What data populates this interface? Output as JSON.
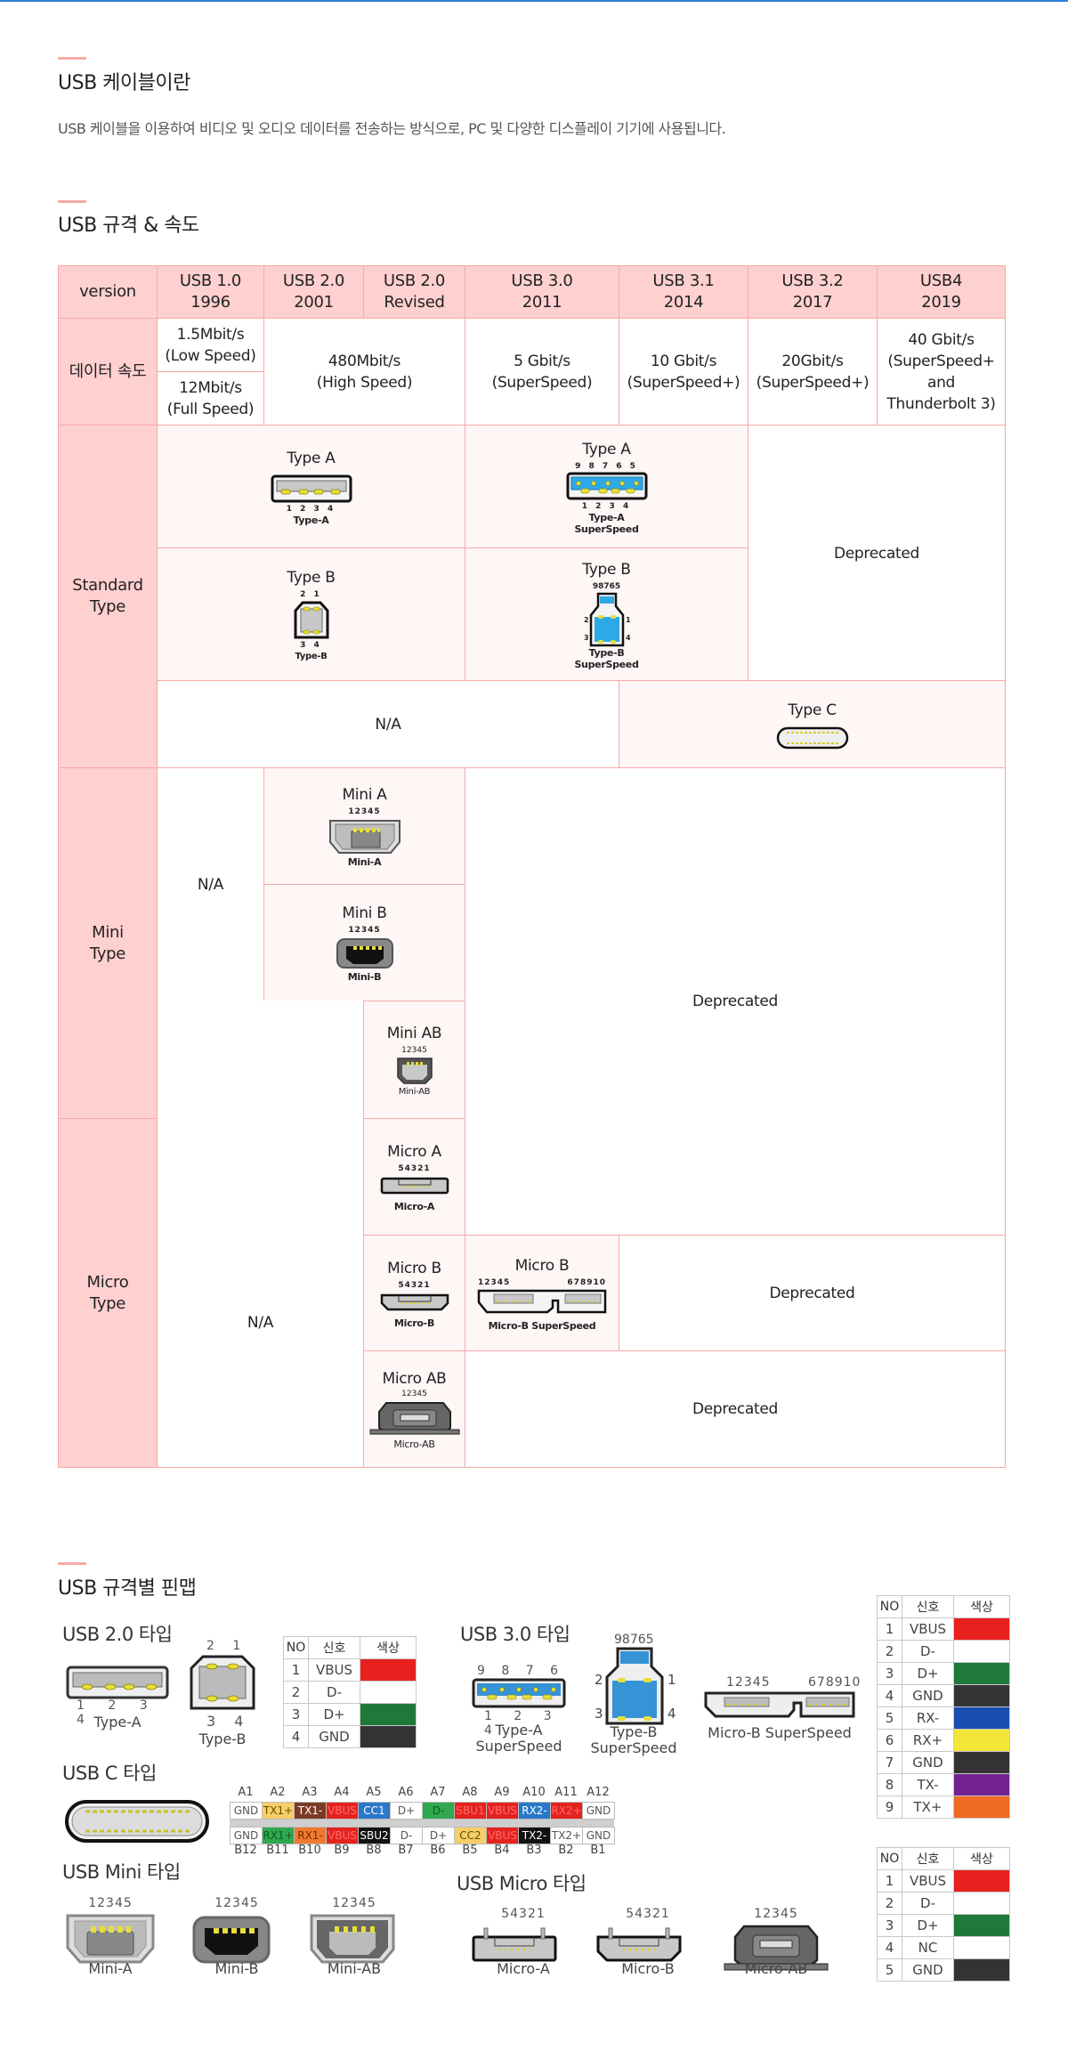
{
  "sections": {
    "about": {
      "title": "USB 케이블이란",
      "description": "USB 케이블을 이용하여 비디오 및 오디오 데이터를 전송하는 방식으로, PC 및 다양한 디스플레이 기기에 사용됩니다."
    },
    "specs": {
      "title": "USB 규격 & 속도"
    },
    "pinmap": {
      "title": "USB 규격별 핀맵"
    }
  },
  "colors": {
    "accent": "#f7a9a9",
    "header_bg": "#ffd0d0",
    "cell_pink": "#fff6f6",
    "top_line": "#2a7fd4"
  },
  "spec_table": {
    "header": {
      "label": "version",
      "versions": [
        {
          "name": "USB 1.0",
          "year": "1996"
        },
        {
          "name": "USB 2.0",
          "year": "2001"
        },
        {
          "name": "USB 2.0",
          "year": "Revised"
        },
        {
          "name": "USB 3.0",
          "year": "2011"
        },
        {
          "name": "USB 3.1",
          "year": "2014"
        },
        {
          "name": "USB 3.2",
          "year": "2017"
        },
        {
          "name": "USB4",
          "year": "2019"
        }
      ]
    },
    "speed": {
      "label": "데이터 속도",
      "usb10_low": [
        "1.5Mbit/s",
        "(Low Speed)"
      ],
      "usb10_full": [
        "12Mbit/s",
        "(Full Speed)"
      ],
      "usb20": [
        "480Mbit/s",
        "(High Speed)"
      ],
      "usb30": [
        "5 Gbit/s",
        "(SuperSpeed)"
      ],
      "usb31": [
        "10 Gbit/s",
        "(SuperSpeed+)"
      ],
      "usb32": [
        "20Gbit/s",
        "(SuperSpeed+)"
      ],
      "usb4": [
        "40 Gbit/s",
        "(SuperSpeed+",
        "and",
        "Thunderbolt 3)"
      ]
    },
    "standard": {
      "label": [
        "Standard",
        "Type"
      ],
      "type_a": {
        "title": "Type A",
        "caption": "Type-A",
        "pins": "1 2 3 4"
      },
      "type_a_ss": {
        "title": "Type A",
        "caption": [
          "Type-A",
          "SuperSpeed"
        ],
        "pins_top": "9 8 7 6 5",
        "pins_bottom": "1 2 3 4"
      },
      "type_b": {
        "title": "Type B",
        "caption": "Type-B",
        "pins_top": "2 1",
        "pins_bottom": "3 4"
      },
      "type_b_ss": {
        "title": "Type B",
        "caption": [
          "Type-B",
          "SuperSpeed"
        ],
        "pins_top": "98765"
      },
      "deprecated": "Deprecated",
      "na": "N/A",
      "type_c": {
        "title": "Type C"
      }
    },
    "mini": {
      "label": [
        "Mini",
        "Type"
      ],
      "na": "N/A",
      "mini_a": {
        "title": "Mini A",
        "caption": "Mini-A",
        "pins": "12345"
      },
      "mini_b": {
        "title": "Mini B",
        "caption": "Mini-B",
        "pins": "12345"
      },
      "mini_ab": {
        "title": "Mini AB",
        "caption": "Mini-AB",
        "pins": "12345"
      },
      "deprecated": "Deprecated"
    },
    "micro": {
      "label": [
        "Micro",
        "Type"
      ],
      "na": "N/A",
      "micro_a": {
        "title": "Micro A",
        "caption": "Micro-A",
        "pins": "54321"
      },
      "micro_b": {
        "title": "Micro B",
        "caption": "Micro-B",
        "pins": "54321"
      },
      "micro_b_ss": {
        "title": "Micro B",
        "caption": "Micro-B SuperSpeed",
        "pins_left": "12345",
        "pins_right": "678910"
      },
      "micro_b_deprecated": "Deprecated",
      "micro_ab": {
        "title": "Micro AB",
        "caption": "Micro-AB",
        "pins": "12345"
      },
      "micro_ab_deprecated": "Deprecated"
    }
  },
  "pinmap": {
    "usb20": {
      "title": "USB 2.0 타입",
      "type_a": {
        "caption": "Type-A",
        "pins": "1 2 3 4"
      },
      "type_b": {
        "caption": "Type-B",
        "pins_top": "2 1",
        "pins_bottom": "3 4"
      },
      "table": {
        "headers": [
          "NO",
          "신호",
          "색상"
        ],
        "rows": [
          {
            "no": "1",
            "signal": "VBUS",
            "color": "#e8211f"
          },
          {
            "no": "2",
            "signal": "D-",
            "color": "#ffffff"
          },
          {
            "no": "3",
            "signal": "D+",
            "color": "#1f7a3a"
          },
          {
            "no": "4",
            "signal": "GND",
            "color": "#333333"
          }
        ]
      }
    },
    "usb30": {
      "title": "USB 3.0 타입",
      "type_a_ss": {
        "caption": [
          "Type-A",
          "SuperSpeed"
        ],
        "pins_top": "9 8 7 6 5",
        "pins_bottom": "1 2 3 4"
      },
      "type_b_ss": {
        "caption": [
          "Type-B",
          "SuperSpeed"
        ],
        "pins_top": "98765",
        "left": [
          "2",
          "3"
        ],
        "right": [
          "1",
          "4"
        ]
      },
      "micro_b_ss": {
        "caption": "Micro-B SuperSpeed",
        "pins_left": "12345",
        "pins_right": "678910"
      },
      "table": {
        "headers": [
          "NO",
          "신호",
          "색상"
        ],
        "rows": [
          {
            "no": "1",
            "signal": "VBUS",
            "color": "#e8211f"
          },
          {
            "no": "2",
            "signal": "D-",
            "color": "#ffffff"
          },
          {
            "no": "3",
            "signal": "D+",
            "color": "#1f7a3a"
          },
          {
            "no": "4",
            "signal": "GND",
            "color": "#333333"
          },
          {
            "no": "5",
            "signal": "RX-",
            "color": "#1a4fb0"
          },
          {
            "no": "6",
            "signal": "RX+",
            "color": "#f3e637"
          },
          {
            "no": "7",
            "signal": "GND",
            "color": "#333333"
          },
          {
            "no": "8",
            "signal": "TX-",
            "color": "#73238f"
          },
          {
            "no": "9",
            "signal": "TX+",
            "color": "#ef6a22"
          }
        ]
      }
    },
    "usbc": {
      "title": "USB C 타입",
      "a_labels": [
        "A1",
        "A2",
        "A3",
        "A4",
        "A5",
        "A6",
        "A7",
        "A8",
        "A9",
        "A10",
        "A11",
        "A12"
      ],
      "a_row": [
        {
          "s": "GND",
          "bg": "#ffffff",
          "fg": "#555555"
        },
        {
          "s": "TX1+",
          "bg": "#f7cf6a",
          "fg": "#6b4a00"
        },
        {
          "s": "TX1-",
          "bg": "#7a3b22",
          "fg": "#ffffff"
        },
        {
          "s": "VBUS",
          "bg": "#e4231f",
          "fg": "#ff6a6a"
        },
        {
          "s": "CC1",
          "bg": "#2a78c8",
          "fg": "#ffffff"
        },
        {
          "s": "D+",
          "bg": "#ffffff",
          "fg": "#555555"
        },
        {
          "s": "D-",
          "bg": "#2fa84f",
          "fg": "#0f5a20"
        },
        {
          "s": "SBU1",
          "bg": "#e4231f",
          "fg": "#ff6a6a"
        },
        {
          "s": "VBUS",
          "bg": "#e4231f",
          "fg": "#ff6a6a"
        },
        {
          "s": "RX2-",
          "bg": "#2a78c8",
          "fg": "#ffffff"
        },
        {
          "s": "RX2+",
          "bg": "#e4231f",
          "fg": "#ff6a6a"
        },
        {
          "s": "GND",
          "bg": "#ffffff",
          "fg": "#555555"
        }
      ],
      "b_row": [
        {
          "s": "GND",
          "bg": "#ffffff",
          "fg": "#555555"
        },
        {
          "s": "RX1+",
          "bg": "#2fa84f",
          "fg": "#0f5a20"
        },
        {
          "s": "RX1-",
          "bg": "#ef7a2f",
          "fg": "#7a2a00"
        },
        {
          "s": "VBUS",
          "bg": "#e4231f",
          "fg": "#ff6a6a"
        },
        {
          "s": "SBU2",
          "bg": "#111111",
          "fg": "#ffffff"
        },
        {
          "s": "D-",
          "bg": "#ffffff",
          "fg": "#555555"
        },
        {
          "s": "D+",
          "bg": "#ffffff",
          "fg": "#555555"
        },
        {
          "s": "CC2",
          "bg": "#f7cf6a",
          "fg": "#6b4a00"
        },
        {
          "s": "VBUS",
          "bg": "#e4231f",
          "fg": "#ff6a6a"
        },
        {
          "s": "TX2-",
          "bg": "#111111",
          "fg": "#ffffff"
        },
        {
          "s": "TX2+",
          "bg": "#ffffff",
          "fg": "#555555"
        },
        {
          "s": "GND",
          "bg": "#ffffff",
          "fg": "#555555"
        }
      ],
      "b_labels": [
        "B12",
        "B11",
        "B10",
        "B9",
        "B8",
        "B7",
        "B6",
        "B5",
        "B4",
        "B3",
        "B2",
        "B1"
      ]
    },
    "mini": {
      "title": "USB Mini 타입",
      "items": [
        {
          "caption": "Mini-A",
          "pins": "12345"
        },
        {
          "caption": "Mini-B",
          "pins": "12345"
        },
        {
          "caption": "Mini-AB",
          "pins": "12345"
        }
      ]
    },
    "micro": {
      "title": "USB Micro 타입",
      "items": [
        {
          "caption": "Micro-A",
          "pins": "54321"
        },
        {
          "caption": "Micro-B",
          "pins": "54321"
        },
        {
          "caption": "Micro-AB",
          "pins": "12345"
        }
      ]
    },
    "mini_micro_table": {
      "headers": [
        "NO",
        "신호",
        "색상"
      ],
      "rows": [
        {
          "no": "1",
          "signal": "VBUS",
          "color": "#e8211f"
        },
        {
          "no": "2",
          "signal": "D-",
          "color": "#ffffff"
        },
        {
          "no": "3",
          "signal": "D+",
          "color": "#1f7a3a"
        },
        {
          "no": "4",
          "signal": "NC",
          "color": "#ffffff"
        },
        {
          "no": "5",
          "signal": "GND",
          "color": "#333333"
        }
      ]
    }
  }
}
